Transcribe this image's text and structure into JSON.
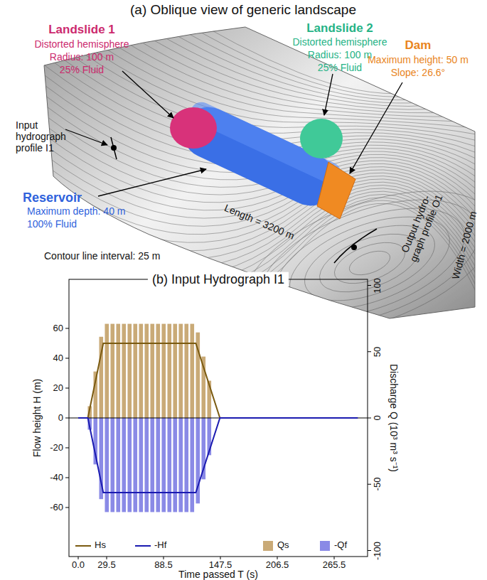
{
  "diagram": {
    "labels": [
      "(a) Oblique view of generic landscape",
      "Landslide 1",
      "Distorted hemisphere",
      "Radius: 100 m",
      "25% Fluid",
      "Landslide 2",
      "Distorted hemisphere",
      "Radius: 100 m",
      "25% Fluid",
      "Dam",
      "Maximum height: 50 m",
      "Slope: 26.6°",
      "Input hydrograph profile I1",
      "Reservoir",
      "Maximum depth: 40 m",
      "100% Fluid",
      "Length = 3200 m",
      "Width = 2000 m",
      "Output hydro- graph profile O1",
      "Contour line interval: 25 m",
      "(b) Input Hydrograph I1",
      "60",
      "40",
      "20",
      "0",
      "-20",
      "-40",
      "-60",
      "100",
      "50",
      "0",
      "-50",
      "-100",
      "0.0",
      "29.5",
      "88.5",
      "147.5",
      "206.5",
      "265.5",
      "Flow height H (m)",
      "Discharge Q (10³ m³ s⁻¹)",
      "Time passed T (s)"
    ],
    "legend": [
      {
        "text": "Hs"
      },
      {
        "text": "-Hf"
      },
      {
        "text": "Qs",
        "color": "#c9aa77"
      },
      {
        "text": "-Qf",
        "color": "#8a8ae6"
      }
    ]
  }
}
